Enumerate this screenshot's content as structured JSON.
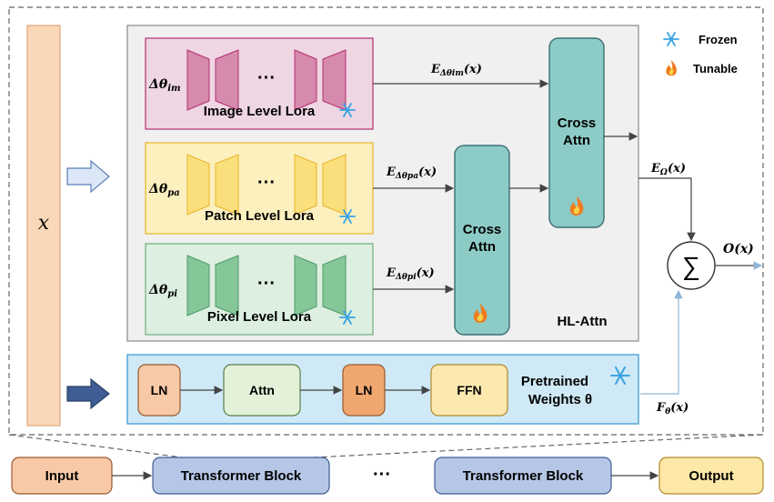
{
  "legend": {
    "frozen_label": "Frozen",
    "tunable_label": "Tunable",
    "frozen_icon": "snowflake-icon",
    "tunable_icon": "flame-icon"
  },
  "input_symbol": "x",
  "lora_branches": [
    {
      "label": "Image Level Lora",
      "param": "Δθ",
      "param_sub": "im",
      "output_sym": "E",
      "output_sub": "Δθim",
      "output_arg": "(x)"
    },
    {
      "label": "Patch Level Lora",
      "param": "Δθ",
      "param_sub": "pa",
      "output_sym": "E",
      "output_sub": "Δθpa",
      "output_arg": "(x)"
    },
    {
      "label": "Pixel Level Lora",
      "param": "Δθ",
      "param_sub": "pi",
      "output_sym": "E",
      "output_sub": "Δθpi",
      "output_arg": "(x)"
    }
  ],
  "ellipsis": "···",
  "cross_attn": {
    "line1": "Cross",
    "line2": "Attn"
  },
  "hl_attn_label": "HL-Attn",
  "pretrained": {
    "ln1": "LN",
    "attn": "Attn",
    "ln2": "LN",
    "ffn": "FFN",
    "label_line1": "Pretrained",
    "label_line2": "Weights θ"
  },
  "outputs": {
    "e_omega": {
      "sym": "E",
      "sub": "Ω",
      "arg": "(x)"
    },
    "f_theta": {
      "sym": "F",
      "sub": "θ",
      "arg": "(x)"
    },
    "o_x": "O(x)",
    "sum_symbol": "∑"
  },
  "pipeline": {
    "input": "Input",
    "block1": "Transformer Block",
    "ellipsis": "···",
    "block2": "Transformer Block",
    "output": "Output"
  },
  "colors": {
    "image_fill": "#efd6e3",
    "image_stroke": "#b4306f",
    "image_shape": "#d58aae",
    "patch_fill": "#fdf0bf",
    "patch_stroke": "#e6b52a",
    "patch_shape": "#fbdf7c",
    "pixel_fill": "#dcefe0",
    "pixel_stroke": "#6fae7d",
    "pixel_shape": "#86c79a",
    "cross_fill": "#8dcbc6",
    "pretrained_fill": "#cfe9f6",
    "pretrained_stroke": "#4aa3d6",
    "input_col": "#fad7b8",
    "block_fill": "#b6c6e6",
    "output_fill": "#fde8a8"
  }
}
